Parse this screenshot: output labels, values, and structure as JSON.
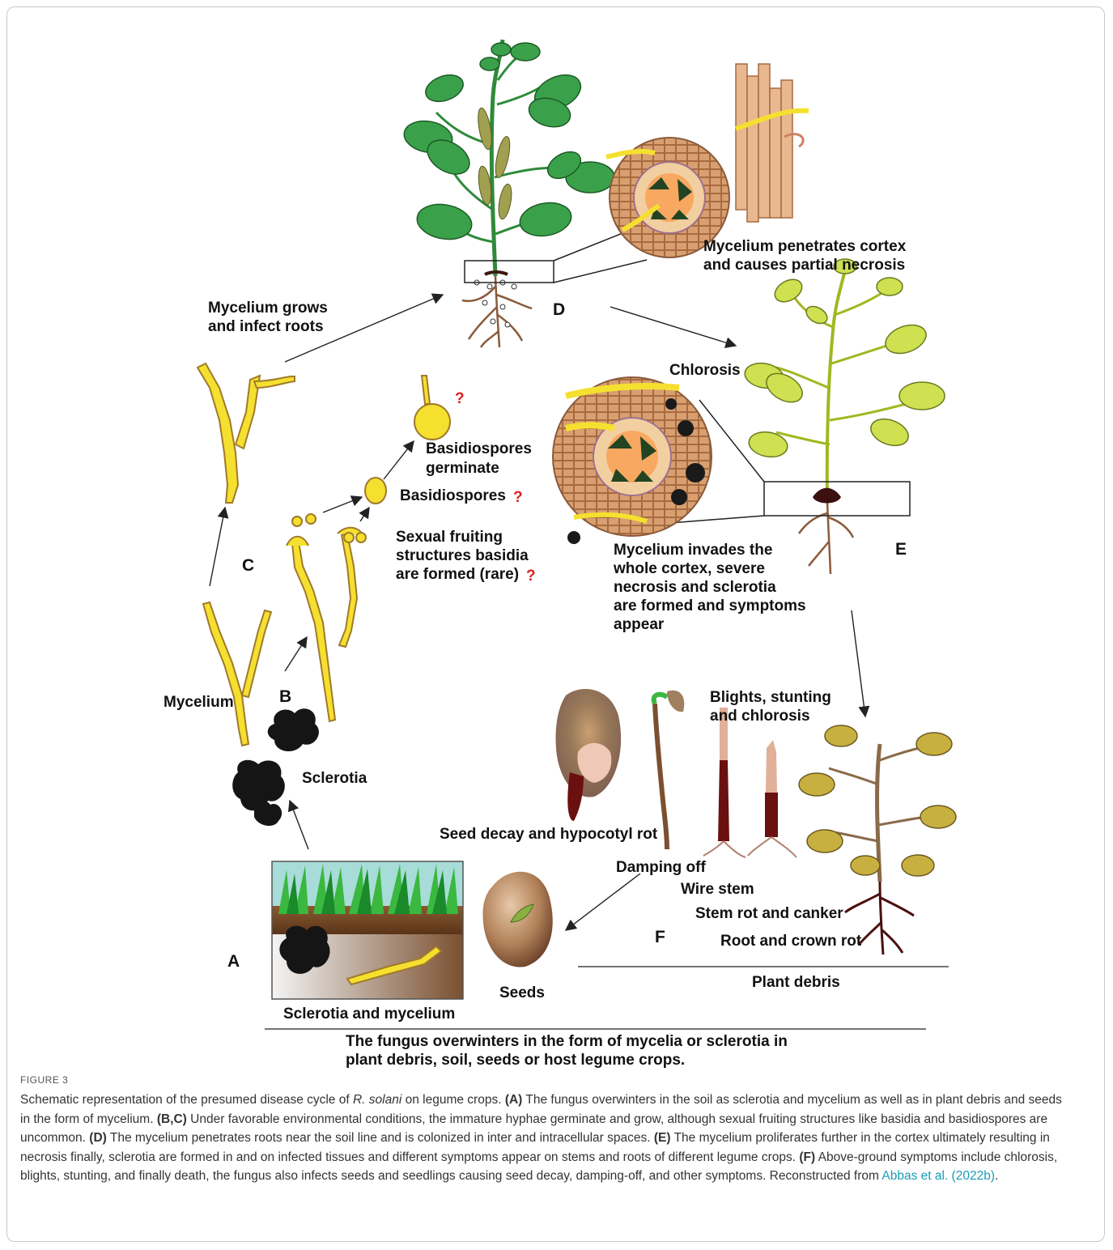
{
  "figure": {
    "label": "FIGURE 3",
    "labels": {
      "mycelium_grows_1": "Mycelium grows",
      "mycelium_grows_2": "and infect roots",
      "d": "D",
      "penetrates_1": "Mycelium penetrates cortex",
      "penetrates_2": "and causes partial necrosis",
      "chlorosis": "Chlorosis",
      "basidiospores_germinate_1": "Basidiospores",
      "basidiospores_germinate_2": "germinate",
      "basidiospores": "Basidiospores",
      "sexual_1": "Sexual fruiting",
      "sexual_2": "structures basidia",
      "sexual_3": "are formed (rare)",
      "question_mark": "?",
      "c": "C",
      "b": "B",
      "e": "E",
      "invades_1": "Mycelium invades the",
      "invades_2": "whole cortex, severe",
      "invades_3": "necrosis and sclerotia",
      "invades_4": "are formed and symptoms",
      "invades_5": "appear",
      "mycelium": "Mycelium",
      "sclerotia": "Sclerotia",
      "blights_1": "Blights, stunting",
      "blights_2": "and chlorosis",
      "seed_decay": "Seed decay and hypocotyl rot",
      "damping_off": "Damping off",
      "wire_stem": "Wire stem",
      "stem_rot": "Stem rot and canker",
      "root_crown_rot": "Root and crown rot",
      "f": "F",
      "a": "A",
      "seeds": "Seeds",
      "plant_debris": "Plant debris",
      "sclerotia_mycelium": "Sclerotia and mycelium",
      "overwinter_1": "The fungus overwinters in the form of mycelia or sclerotia in",
      "overwinter_2": "plant debris, soil, seeds or host legume crops."
    }
  },
  "caption": {
    "intro_a": "Schematic representation of the presumed disease cycle of ",
    "species": "R. solani",
    "intro_b": " on legume crops. ",
    "tag_a": "(A)",
    "text_a": " The fungus overwinters in the soil as sclerotia and mycelium as well as in plant debris and seeds in the form of mycelium. ",
    "tag_bc": "(B,C)",
    "text_bc": " Under favorable environmental conditions, the immature hyphae germinate and grow, although sexual fruiting structures like basidia and basidiospores are uncommon. ",
    "tag_d": "(D)",
    "text_d": " The mycelium penetrates roots near the soil line and is colonized in inter and intracellular spaces. ",
    "tag_e": "(E)",
    "text_e": " The mycelium proliferates further in the cortex ultimately resulting in necrosis finally, sclerotia are formed in and on infected tissues and different symptoms appear on stems and roots of different legume crops. ",
    "tag_f": "(F)",
    "text_f": " Above-ground symptoms include chlorosis, blights, stunting, and finally death, the fungus also infects seeds and seedlings causing seed decay, damping-off, and other symptoms. Reconstructed from ",
    "link": "Abbas et al. (2022b)",
    "end": "."
  },
  "colors": {
    "hypha": "#f5e030",
    "hypha_stroke": "#a07a2a",
    "leaf_green": "#3aa14a",
    "leaf_yellow": "#d8e850",
    "root": "#8a5a3a",
    "cortex": "#d49a6a",
    "sclerotia": "#1a1a1a",
    "arrow": "#222222",
    "question": "#e02020",
    "link": "#1a9bb8"
  }
}
